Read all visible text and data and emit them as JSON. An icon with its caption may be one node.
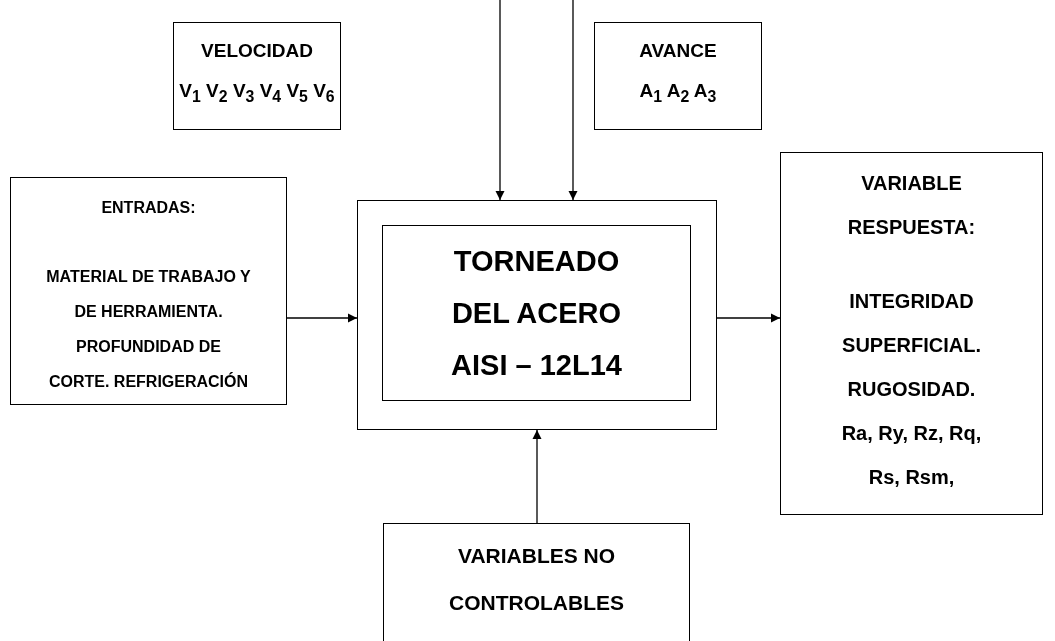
{
  "diagram": {
    "nodes": [
      {
        "text": [
          "VELOCIDAD",
          "V$_{1}$ V$_{2}$ V$_{3}$ V$_{4}$ V$_{5}$ V$_{6}$"
        ]
      },
      {
        "text": [
          "AVANCE",
          "A$_{1}$ A$_{2}$ A$_{3}$"
        ]
      },
      {
        "text": [
          "ENTRADAS:",
          "MATERIAL DE TRABAJO Y DE HERRAMIENTA. PROFUNDIDAD DE CORTE. REFRIGERACIÓN"
        ]
      },
      {
        "text": [],
        "shape": "box"
      },
      {
        "text": [
          "TORNEADO DEL ACERO AISI – 12L14"
        ],
        "in": 3
      },
      {
        "text": [
          "VARIABLE RESPUESTA:",
          "INTEGRIDAD SUPERFICIAL. RUGOSIDAD. Ra, Ry, Rz, Rq, Rs, Rsm,"
        ]
      },
      {
        "text": [
          "VARIABLES NO CONTROLABLES"
        ]
      }
    ],
    "edges": [
      {
        "from": null,
        "to": 3,
        "arrow": "to"
      },
      {
        "from": null,
        "to": 3,
        "arrow": "to"
      },
      {
        "from": 2,
        "to": 3,
        "arrow": "to"
      },
      {
        "from": 3,
        "to": 5,
        "arrow": "to"
      },
      {
        "from": 6,
        "to": 3,
        "arrow": "to"
      }
    ]
  }
}
